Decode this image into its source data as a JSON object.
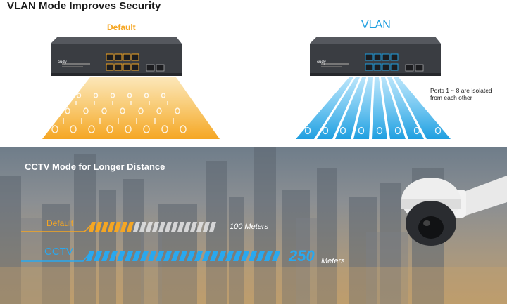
{
  "vlan_section": {
    "title": "VLAN Mode Improves Security",
    "default_label": "Default",
    "vlan_label": "VLAN",
    "isolation_note": "Ports 1 ~ 8 are isolated from each other",
    "brand": "cudy"
  },
  "cctv_section": {
    "title": "CCTV Mode for Longer Distance",
    "default_label": "Default",
    "cctv_label": "CCTV",
    "default_distance_text": "100 Meters",
    "cctv_distance_number": "250",
    "cctv_distance_unit": "Meters"
  },
  "colors": {
    "default_accent": "#f5a623",
    "vlan_accent": "#1f9fe0",
    "switch_body": "#3a3d42"
  },
  "icons": [
    "network-switch-icon",
    "cctv-camera-icon"
  ]
}
